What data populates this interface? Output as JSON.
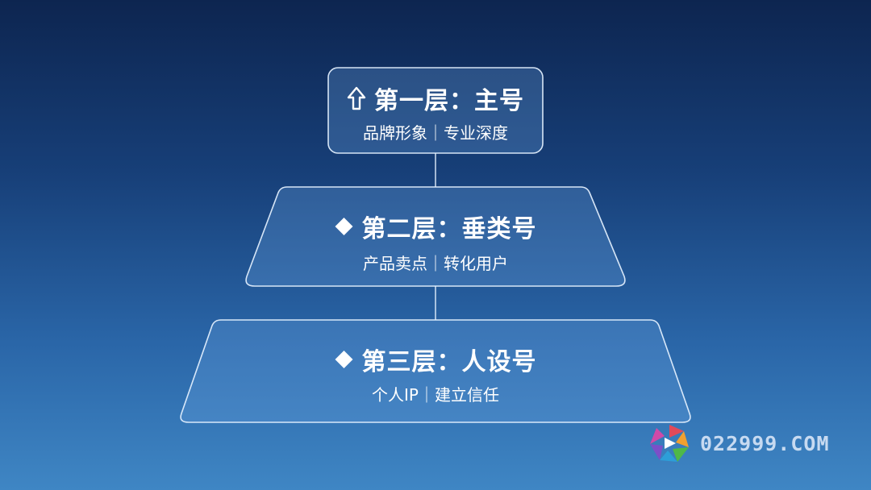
{
  "tiers": [
    {
      "icon": "up-arrow-outline-icon",
      "title": "第一层：主号",
      "subtitle": "品牌形象｜专业深度"
    },
    {
      "icon": "diamond-bullet-icon",
      "title": "第二层：垂类号",
      "subtitle": "产品卖点｜转化用户"
    },
    {
      "icon": "diamond-bullet-icon",
      "title": "第三层：人设号",
      "subtitle": "个人IP｜建立信任"
    }
  ],
  "watermark": {
    "text": "022999.COM",
    "logo": "colorful-play-logo"
  },
  "colors": {
    "background_top": "#0d2550",
    "background_bottom": "#3f86c4",
    "text": "#ffffff"
  }
}
